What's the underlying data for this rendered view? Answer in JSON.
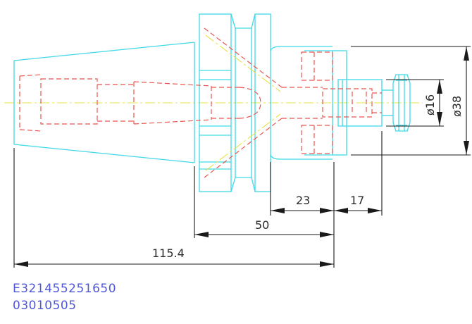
{
  "drawing": {
    "dimensions": {
      "total_length": "115.4",
      "body_length": "50",
      "mid_length": "23",
      "nose_length": "17",
      "diameter_small": "ø16",
      "diameter_large": "ø38"
    }
  },
  "code_block": {
    "line1": "E321455251650",
    "line2": "03010505"
  },
  "colors": {
    "outline": "#3fd9e8",
    "hidden_lines": "#e8564f",
    "centerline": "#e8e04a",
    "dimension": "#1a1a1a",
    "code_text": "#5058d8"
  }
}
